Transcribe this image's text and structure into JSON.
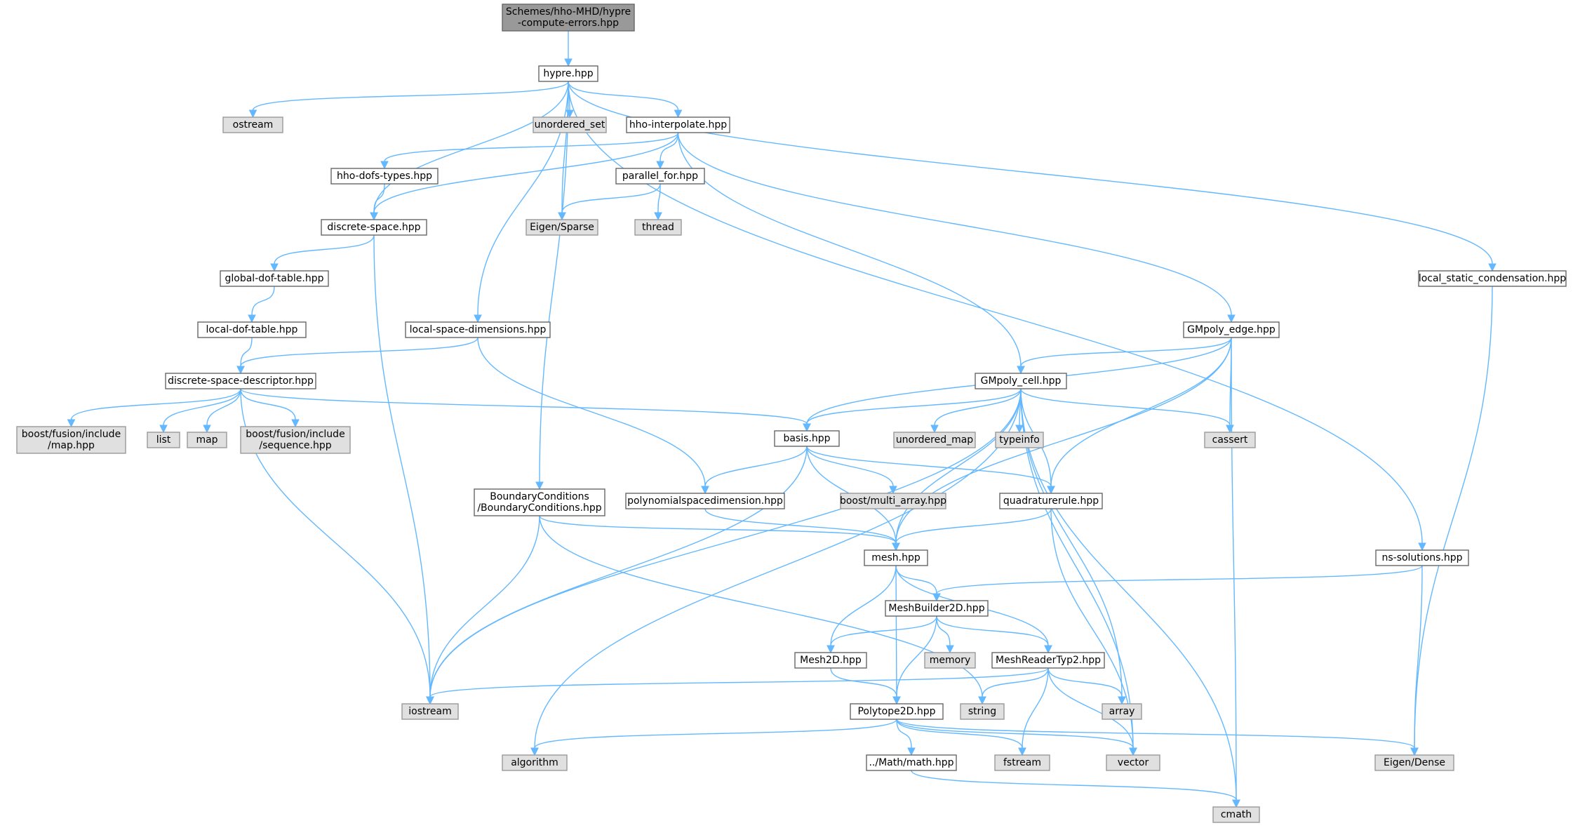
{
  "nodes": [
    {
      "id": "root",
      "lines": [
        "Schemes/hho-MHD/hypre",
        "-compute-errors.hpp"
      ],
      "kind": "root"
    },
    {
      "id": "hypre",
      "lines": [
        "hypre.hpp"
      ],
      "kind": "file"
    },
    {
      "id": "ostream",
      "lines": [
        "ostream"
      ],
      "kind": "sys"
    },
    {
      "id": "unordered_set",
      "lines": [
        "unordered_set"
      ],
      "kind": "sys"
    },
    {
      "id": "hho_interpolate",
      "lines": [
        "hho-interpolate.hpp"
      ],
      "kind": "file"
    },
    {
      "id": "hho_dofs_types",
      "lines": [
        "hho-dofs-types.hpp"
      ],
      "kind": "file"
    },
    {
      "id": "parallel_for",
      "lines": [
        "parallel_for.hpp"
      ],
      "kind": "file"
    },
    {
      "id": "discrete_space",
      "lines": [
        "discrete-space.hpp"
      ],
      "kind": "file"
    },
    {
      "id": "eigen_sparse",
      "lines": [
        "Eigen/Sparse"
      ],
      "kind": "sys"
    },
    {
      "id": "thread",
      "lines": [
        "thread"
      ],
      "kind": "sys"
    },
    {
      "id": "global_dof_table",
      "lines": [
        "global-dof-table.hpp"
      ],
      "kind": "file"
    },
    {
      "id": "local_dof_table",
      "lines": [
        "local-dof-table.hpp"
      ],
      "kind": "file"
    },
    {
      "id": "local_space_dims",
      "lines": [
        "local-space-dimensions.hpp"
      ],
      "kind": "file"
    },
    {
      "id": "discrete_space_descriptor",
      "lines": [
        "discrete-space-descriptor.hpp"
      ],
      "kind": "file"
    },
    {
      "id": "bf_map",
      "lines": [
        "boost/fusion/include",
        "/map.hpp"
      ],
      "kind": "sys"
    },
    {
      "id": "list",
      "lines": [
        "list"
      ],
      "kind": "sys"
    },
    {
      "id": "map",
      "lines": [
        "map"
      ],
      "kind": "sys"
    },
    {
      "id": "bf_sequence",
      "lines": [
        "boost/fusion/include",
        "/sequence.hpp"
      ],
      "kind": "sys"
    },
    {
      "id": "local_static_condensation",
      "lines": [
        "local_static_condensation.hpp"
      ],
      "kind": "file"
    },
    {
      "id": "gmpoly_edge",
      "lines": [
        "GMpoly_edge.hpp"
      ],
      "kind": "file"
    },
    {
      "id": "gmpoly_cell",
      "lines": [
        "GMpoly_cell.hpp"
      ],
      "kind": "file"
    },
    {
      "id": "basis",
      "lines": [
        "basis.hpp"
      ],
      "kind": "file"
    },
    {
      "id": "unordered_map",
      "lines": [
        "unordered_map"
      ],
      "kind": "sys"
    },
    {
      "id": "typeinfo",
      "lines": [
        "typeinfo"
      ],
      "kind": "sys"
    },
    {
      "id": "cassert",
      "lines": [
        "cassert"
      ],
      "kind": "sys"
    },
    {
      "id": "boundary_conditions",
      "lines": [
        "BoundaryConditions",
        "/BoundaryConditions.hpp"
      ],
      "kind": "file"
    },
    {
      "id": "polynomial_space_dim",
      "lines": [
        "polynomialspacedimension.hpp"
      ],
      "kind": "file"
    },
    {
      "id": "boost_multi_array",
      "lines": [
        "boost/multi_array.hpp"
      ],
      "kind": "sys"
    },
    {
      "id": "quadrature_rule",
      "lines": [
        "quadraturerule.hpp"
      ],
      "kind": "file"
    },
    {
      "id": "mesh",
      "lines": [
        "mesh.hpp"
      ],
      "kind": "file"
    },
    {
      "id": "ns_solutions",
      "lines": [
        "ns-solutions.hpp"
      ],
      "kind": "file"
    },
    {
      "id": "mesh_builder_2d",
      "lines": [
        "MeshBuilder2D.hpp"
      ],
      "kind": "file"
    },
    {
      "id": "mesh_2d",
      "lines": [
        "Mesh2D.hpp"
      ],
      "kind": "file"
    },
    {
      "id": "memory",
      "lines": [
        "memory"
      ],
      "kind": "sys"
    },
    {
      "id": "mesh_reader_typ2",
      "lines": [
        "MeshReaderTyp2.hpp"
      ],
      "kind": "file"
    },
    {
      "id": "iostream",
      "lines": [
        "iostream"
      ],
      "kind": "sys"
    },
    {
      "id": "string",
      "lines": [
        "string"
      ],
      "kind": "sys"
    },
    {
      "id": "array",
      "lines": [
        "array"
      ],
      "kind": "sys"
    },
    {
      "id": "polytope_2d",
      "lines": [
        "Polytope2D.hpp"
      ],
      "kind": "file"
    },
    {
      "id": "algorithm",
      "lines": [
        "algorithm"
      ],
      "kind": "sys"
    },
    {
      "id": "math",
      "lines": [
        "../Math/math.hpp"
      ],
      "kind": "file"
    },
    {
      "id": "fstream",
      "lines": [
        "fstream"
      ],
      "kind": "sys"
    },
    {
      "id": "vector",
      "lines": [
        "vector"
      ],
      "kind": "sys"
    },
    {
      "id": "eigen_dense",
      "lines": [
        "Eigen/Dense"
      ],
      "kind": "sys"
    },
    {
      "id": "cmath",
      "lines": [
        "cmath"
      ],
      "kind": "sys"
    }
  ],
  "edges": [
    [
      "root",
      "hypre"
    ],
    [
      "hypre",
      "ostream"
    ],
    [
      "hypre",
      "unordered_set"
    ],
    [
      "hypre",
      "hho_interpolate"
    ],
    [
      "hypre",
      "discrete_space"
    ],
    [
      "hypre",
      "eigen_sparse"
    ],
    [
      "hypre",
      "local_space_dims"
    ],
    [
      "hypre",
      "boundary_conditions"
    ],
    [
      "hypre",
      "local_static_condensation"
    ],
    [
      "hypre",
      "ns_solutions"
    ],
    [
      "hho_interpolate",
      "hho_dofs_types"
    ],
    [
      "hho_interpolate",
      "parallel_for"
    ],
    [
      "hho_interpolate",
      "discrete_space"
    ],
    [
      "hho_interpolate",
      "gmpoly_edge"
    ],
    [
      "hho_interpolate",
      "gmpoly_cell"
    ],
    [
      "hho_dofs_types",
      "discrete_space"
    ],
    [
      "parallel_for",
      "eigen_sparse"
    ],
    [
      "parallel_for",
      "thread"
    ],
    [
      "discrete_space",
      "global_dof_table"
    ],
    [
      "discrete_space",
      "iostream"
    ],
    [
      "global_dof_table",
      "local_dof_table"
    ],
    [
      "local_dof_table",
      "discrete_space_descriptor"
    ],
    [
      "local_space_dims",
      "discrete_space_descriptor"
    ],
    [
      "local_space_dims",
      "polynomial_space_dim"
    ],
    [
      "discrete_space_descriptor",
      "bf_map"
    ],
    [
      "discrete_space_descriptor",
      "list"
    ],
    [
      "discrete_space_descriptor",
      "map"
    ],
    [
      "discrete_space_descriptor",
      "bf_sequence"
    ],
    [
      "discrete_space_descriptor",
      "basis"
    ],
    [
      "discrete_space_descriptor",
      "iostream"
    ],
    [
      "local_static_condensation",
      "eigen_dense"
    ],
    [
      "gmpoly_edge",
      "gmpoly_cell"
    ],
    [
      "gmpoly_edge",
      "basis"
    ],
    [
      "gmpoly_edge",
      "cassert"
    ],
    [
      "gmpoly_edge",
      "quadrature_rule"
    ],
    [
      "gmpoly_edge",
      "mesh"
    ],
    [
      "gmpoly_edge",
      "cmath"
    ],
    [
      "gmpoly_cell",
      "basis"
    ],
    [
      "gmpoly_cell",
      "unordered_map"
    ],
    [
      "gmpoly_cell",
      "typeinfo"
    ],
    [
      "gmpoly_cell",
      "cassert"
    ],
    [
      "gmpoly_cell",
      "quadrature_rule"
    ],
    [
      "gmpoly_cell",
      "mesh"
    ],
    [
      "gmpoly_cell",
      "iostream"
    ],
    [
      "gmpoly_cell",
      "algorithm"
    ],
    [
      "gmpoly_cell",
      "array"
    ],
    [
      "gmpoly_cell",
      "vector"
    ],
    [
      "gmpoly_cell",
      "cmath"
    ],
    [
      "basis",
      "polynomial_space_dim"
    ],
    [
      "basis",
      "boost_multi_array"
    ],
    [
      "basis",
      "quadrature_rule"
    ],
    [
      "basis",
      "mesh"
    ],
    [
      "basis",
      "iostream"
    ],
    [
      "boundary_conditions",
      "mesh"
    ],
    [
      "boundary_conditions",
      "iostream"
    ],
    [
      "boundary_conditions",
      "string"
    ],
    [
      "polynomial_space_dim",
      "mesh"
    ],
    [
      "quadrature_rule",
      "mesh"
    ],
    [
      "quadrature_rule",
      "vector"
    ],
    [
      "mesh",
      "mesh_builder_2d"
    ],
    [
      "mesh",
      "mesh_2d"
    ],
    [
      "mesh",
      "mesh_reader_typ2"
    ],
    [
      "mesh",
      "polytope_2d"
    ],
    [
      "ns_solutions",
      "mesh_builder_2d"
    ],
    [
      "ns_solutions",
      "eigen_dense"
    ],
    [
      "mesh_builder_2d",
      "mesh_2d"
    ],
    [
      "mesh_builder_2d",
      "memory"
    ],
    [
      "mesh_builder_2d",
      "mesh_reader_typ2"
    ],
    [
      "mesh_builder_2d",
      "polytope_2d"
    ],
    [
      "mesh_2d",
      "polytope_2d"
    ],
    [
      "mesh_reader_typ2",
      "iostream"
    ],
    [
      "mesh_reader_typ2",
      "string"
    ],
    [
      "mesh_reader_typ2",
      "array"
    ],
    [
      "mesh_reader_typ2",
      "fstream"
    ],
    [
      "mesh_reader_typ2",
      "vector"
    ],
    [
      "polytope_2d",
      "algorithm"
    ],
    [
      "polytope_2d",
      "math"
    ],
    [
      "polytope_2d",
      "fstream"
    ],
    [
      "polytope_2d",
      "vector"
    ],
    [
      "polytope_2d",
      "eigen_dense"
    ],
    [
      "math",
      "cmath"
    ]
  ]
}
